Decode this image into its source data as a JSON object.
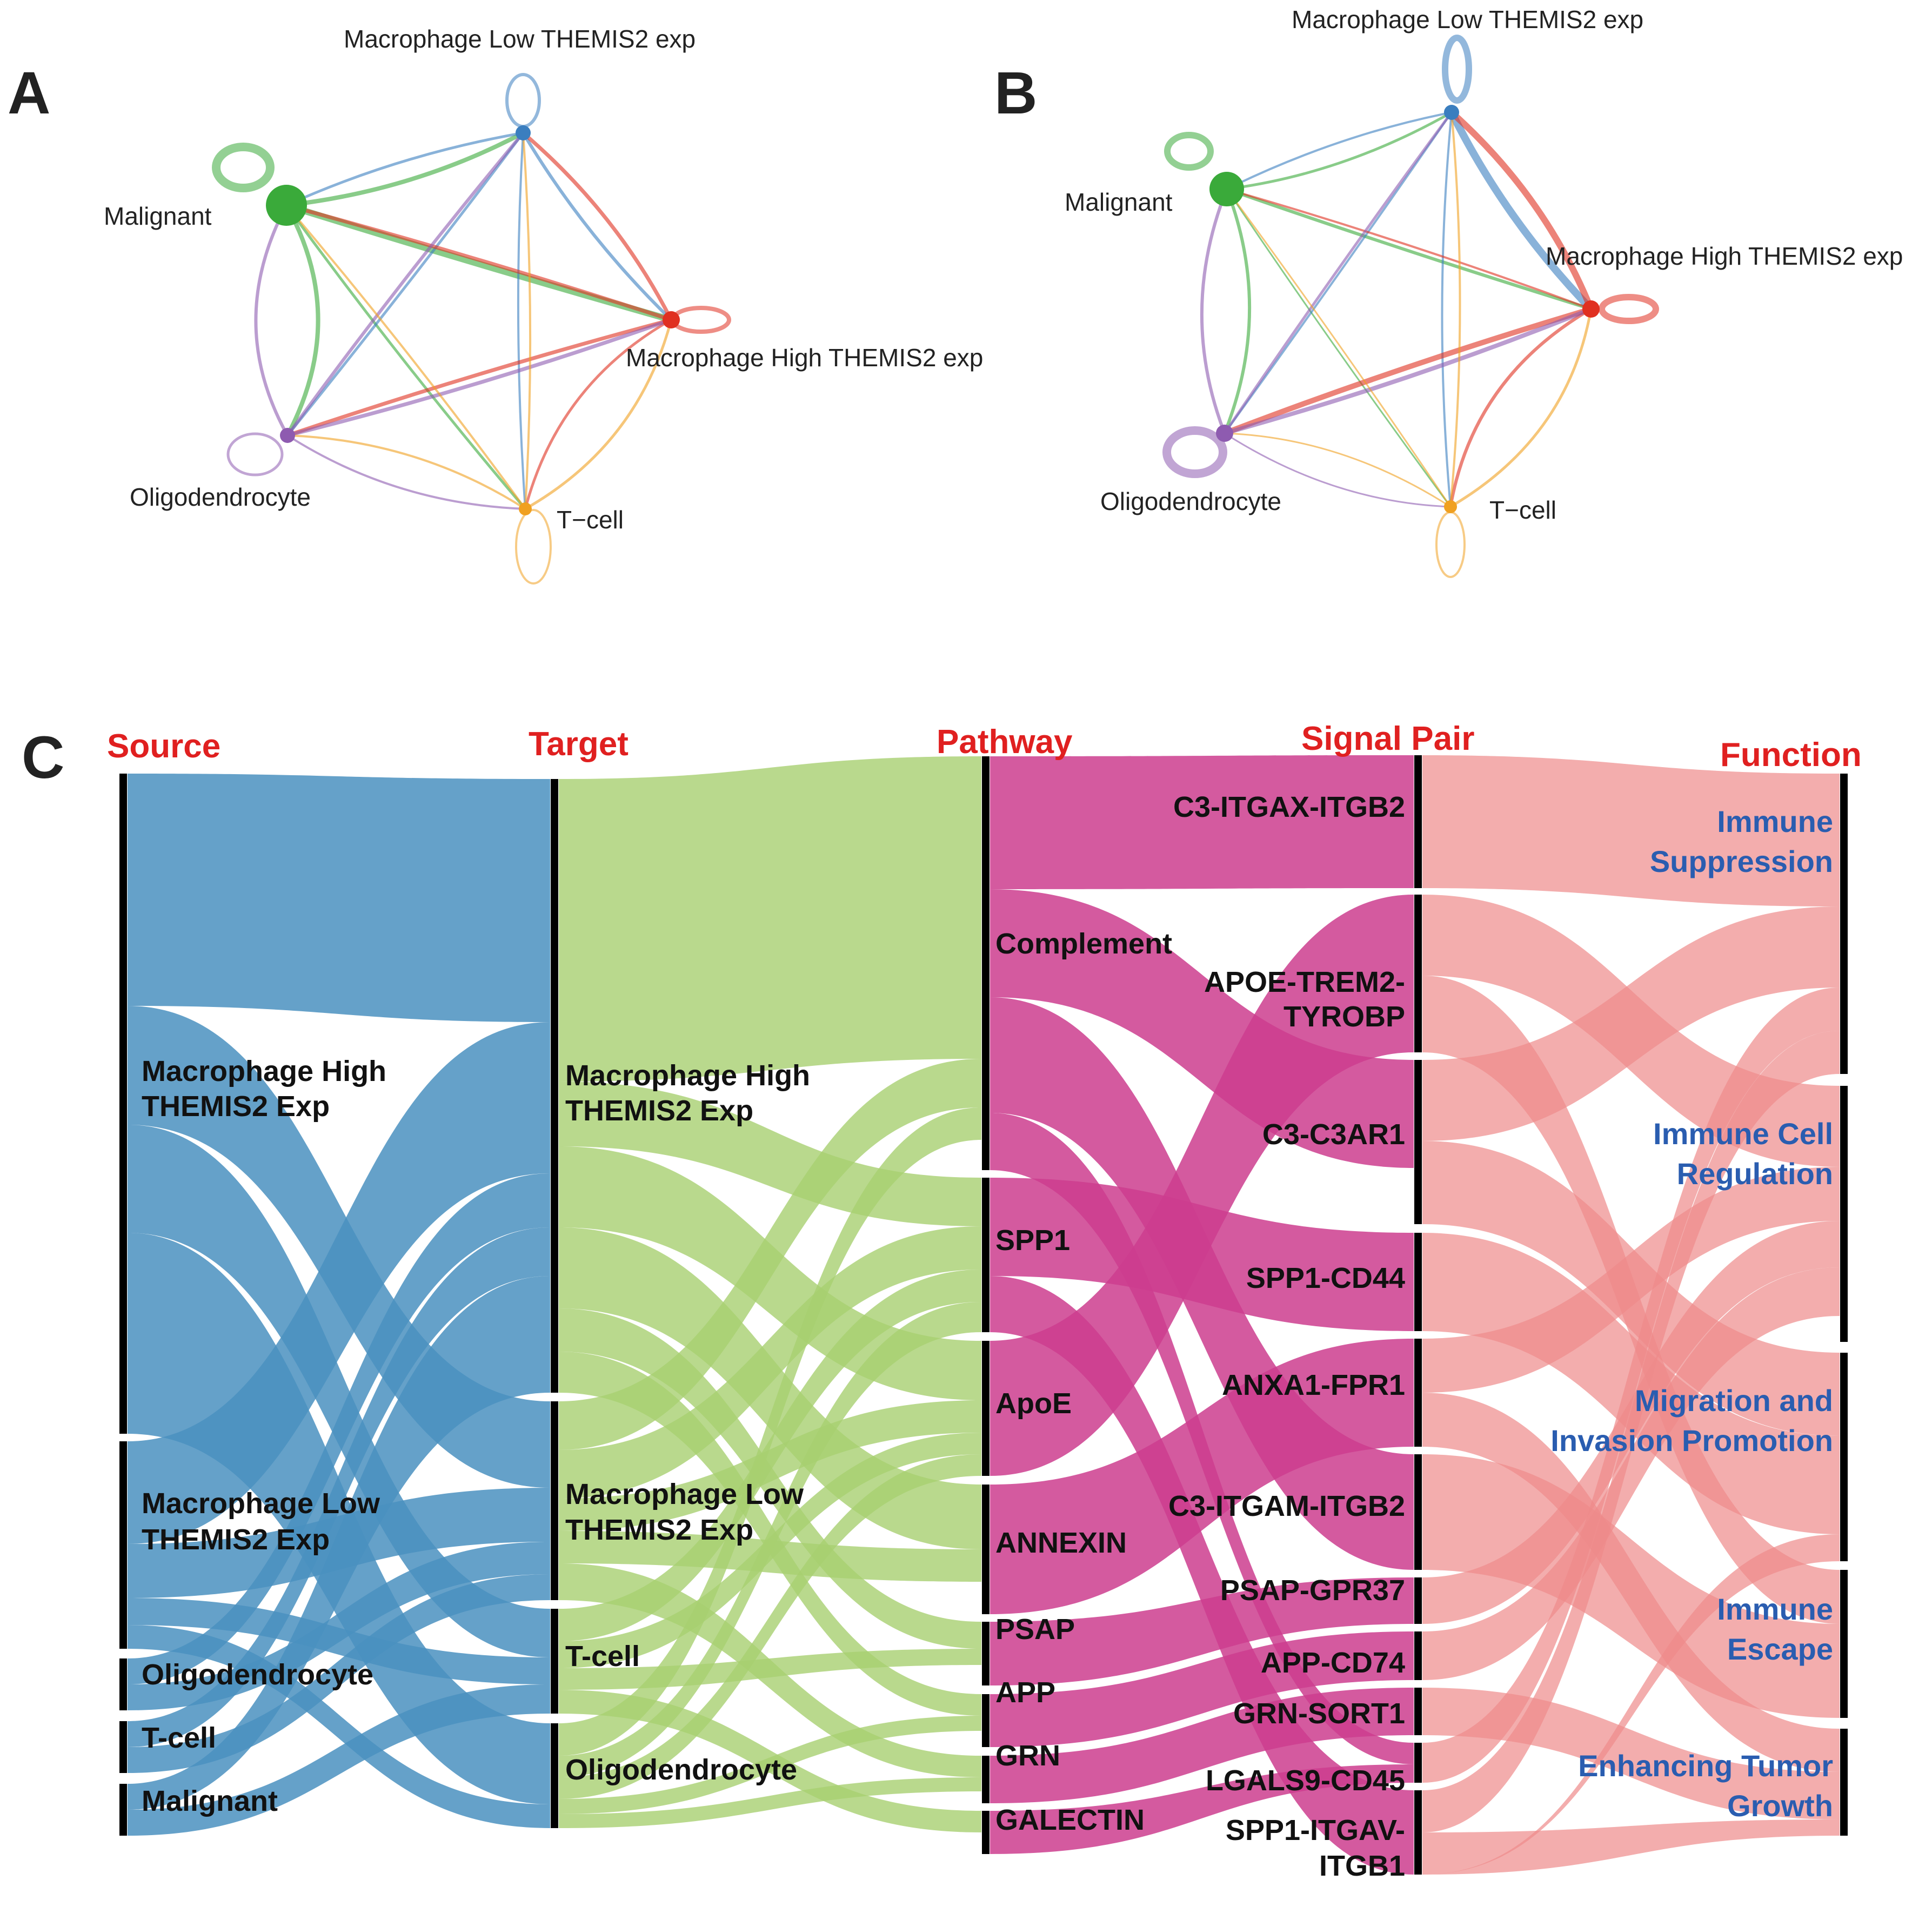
{
  "panels": {
    "A": {
      "letter": "A",
      "nodes": [
        {
          "id": "low",
          "label": "Macrophage Low THEMIS2 exp",
          "color": "#3a7ebf"
        },
        {
          "id": "mal",
          "label": "Malignant",
          "color": "#3aaa3a"
        },
        {
          "id": "high",
          "label": "Macrophage High THEMIS2 exp",
          "color": "#e03020"
        },
        {
          "id": "oligo",
          "label": "Oligodendrocyte",
          "color": "#8e5bb0"
        },
        {
          "id": "tcell",
          "label": "T−cell",
          "color": "#f0a020"
        }
      ]
    },
    "B": {
      "letter": "B",
      "nodes": [
        {
          "id": "low",
          "label": "Macrophage Low THEMIS2 exp",
          "color": "#3a7ebf"
        },
        {
          "id": "mal",
          "label": "Malignant",
          "color": "#3aaa3a"
        },
        {
          "id": "high",
          "label": "Macrophage High THEMIS2 exp",
          "color": "#e03020"
        },
        {
          "id": "oligo",
          "label": "Oligodendrocyte",
          "color": "#8e5bb0"
        },
        {
          "id": "tcell",
          "label": "T−cell",
          "color": "#f0a020"
        }
      ]
    },
    "C": {
      "letter": "C",
      "columns": [
        "Source",
        "Target",
        "Pathway",
        "Signal Pair",
        "Function"
      ],
      "source_nodes": [
        "Macrophage High THEMIS2 Exp",
        "Macrophage Low THEMIS2 Exp",
        "Oligodendrocyte",
        "T-cell",
        "Malignant"
      ],
      "target_nodes": [
        "Macrophage High THEMIS2 Exp",
        "Macrophage Low THEMIS2 Exp",
        "T-cell",
        "Oligodendrocyte"
      ],
      "pathway_nodes": [
        "Complement",
        "SPP1",
        "ApoE",
        "ANNEXIN",
        "PSAP",
        "APP",
        "GRN",
        "GALECTIN"
      ],
      "signal_nodes": [
        "C3-ITGAX-ITGB2",
        "APOE-TREM2-TYROBP",
        "C3-C3AR1",
        "SPP1-CD44",
        "ANXA1-FPR1",
        "C3-ITGAM-ITGB2",
        "PSAP-GPR37",
        "APP-CD74",
        "GRN-SORT1",
        "LGALS9-CD45",
        "SPP1-ITGAV-ITGB1"
      ],
      "function_nodes": [
        "Immune Suppression",
        "Immune Cell Regulation",
        "Migration and Invasion Promotion",
        "Immune Escape",
        "Enhancing Tumor Growth"
      ],
      "colors": {
        "source": "#4a90c0",
        "target": "#a8d070",
        "pathway": "#cc3d8e",
        "signal": "#ee8a8a",
        "function_text": "#2a5db0",
        "header": "#e02020"
      }
    }
  }
}
